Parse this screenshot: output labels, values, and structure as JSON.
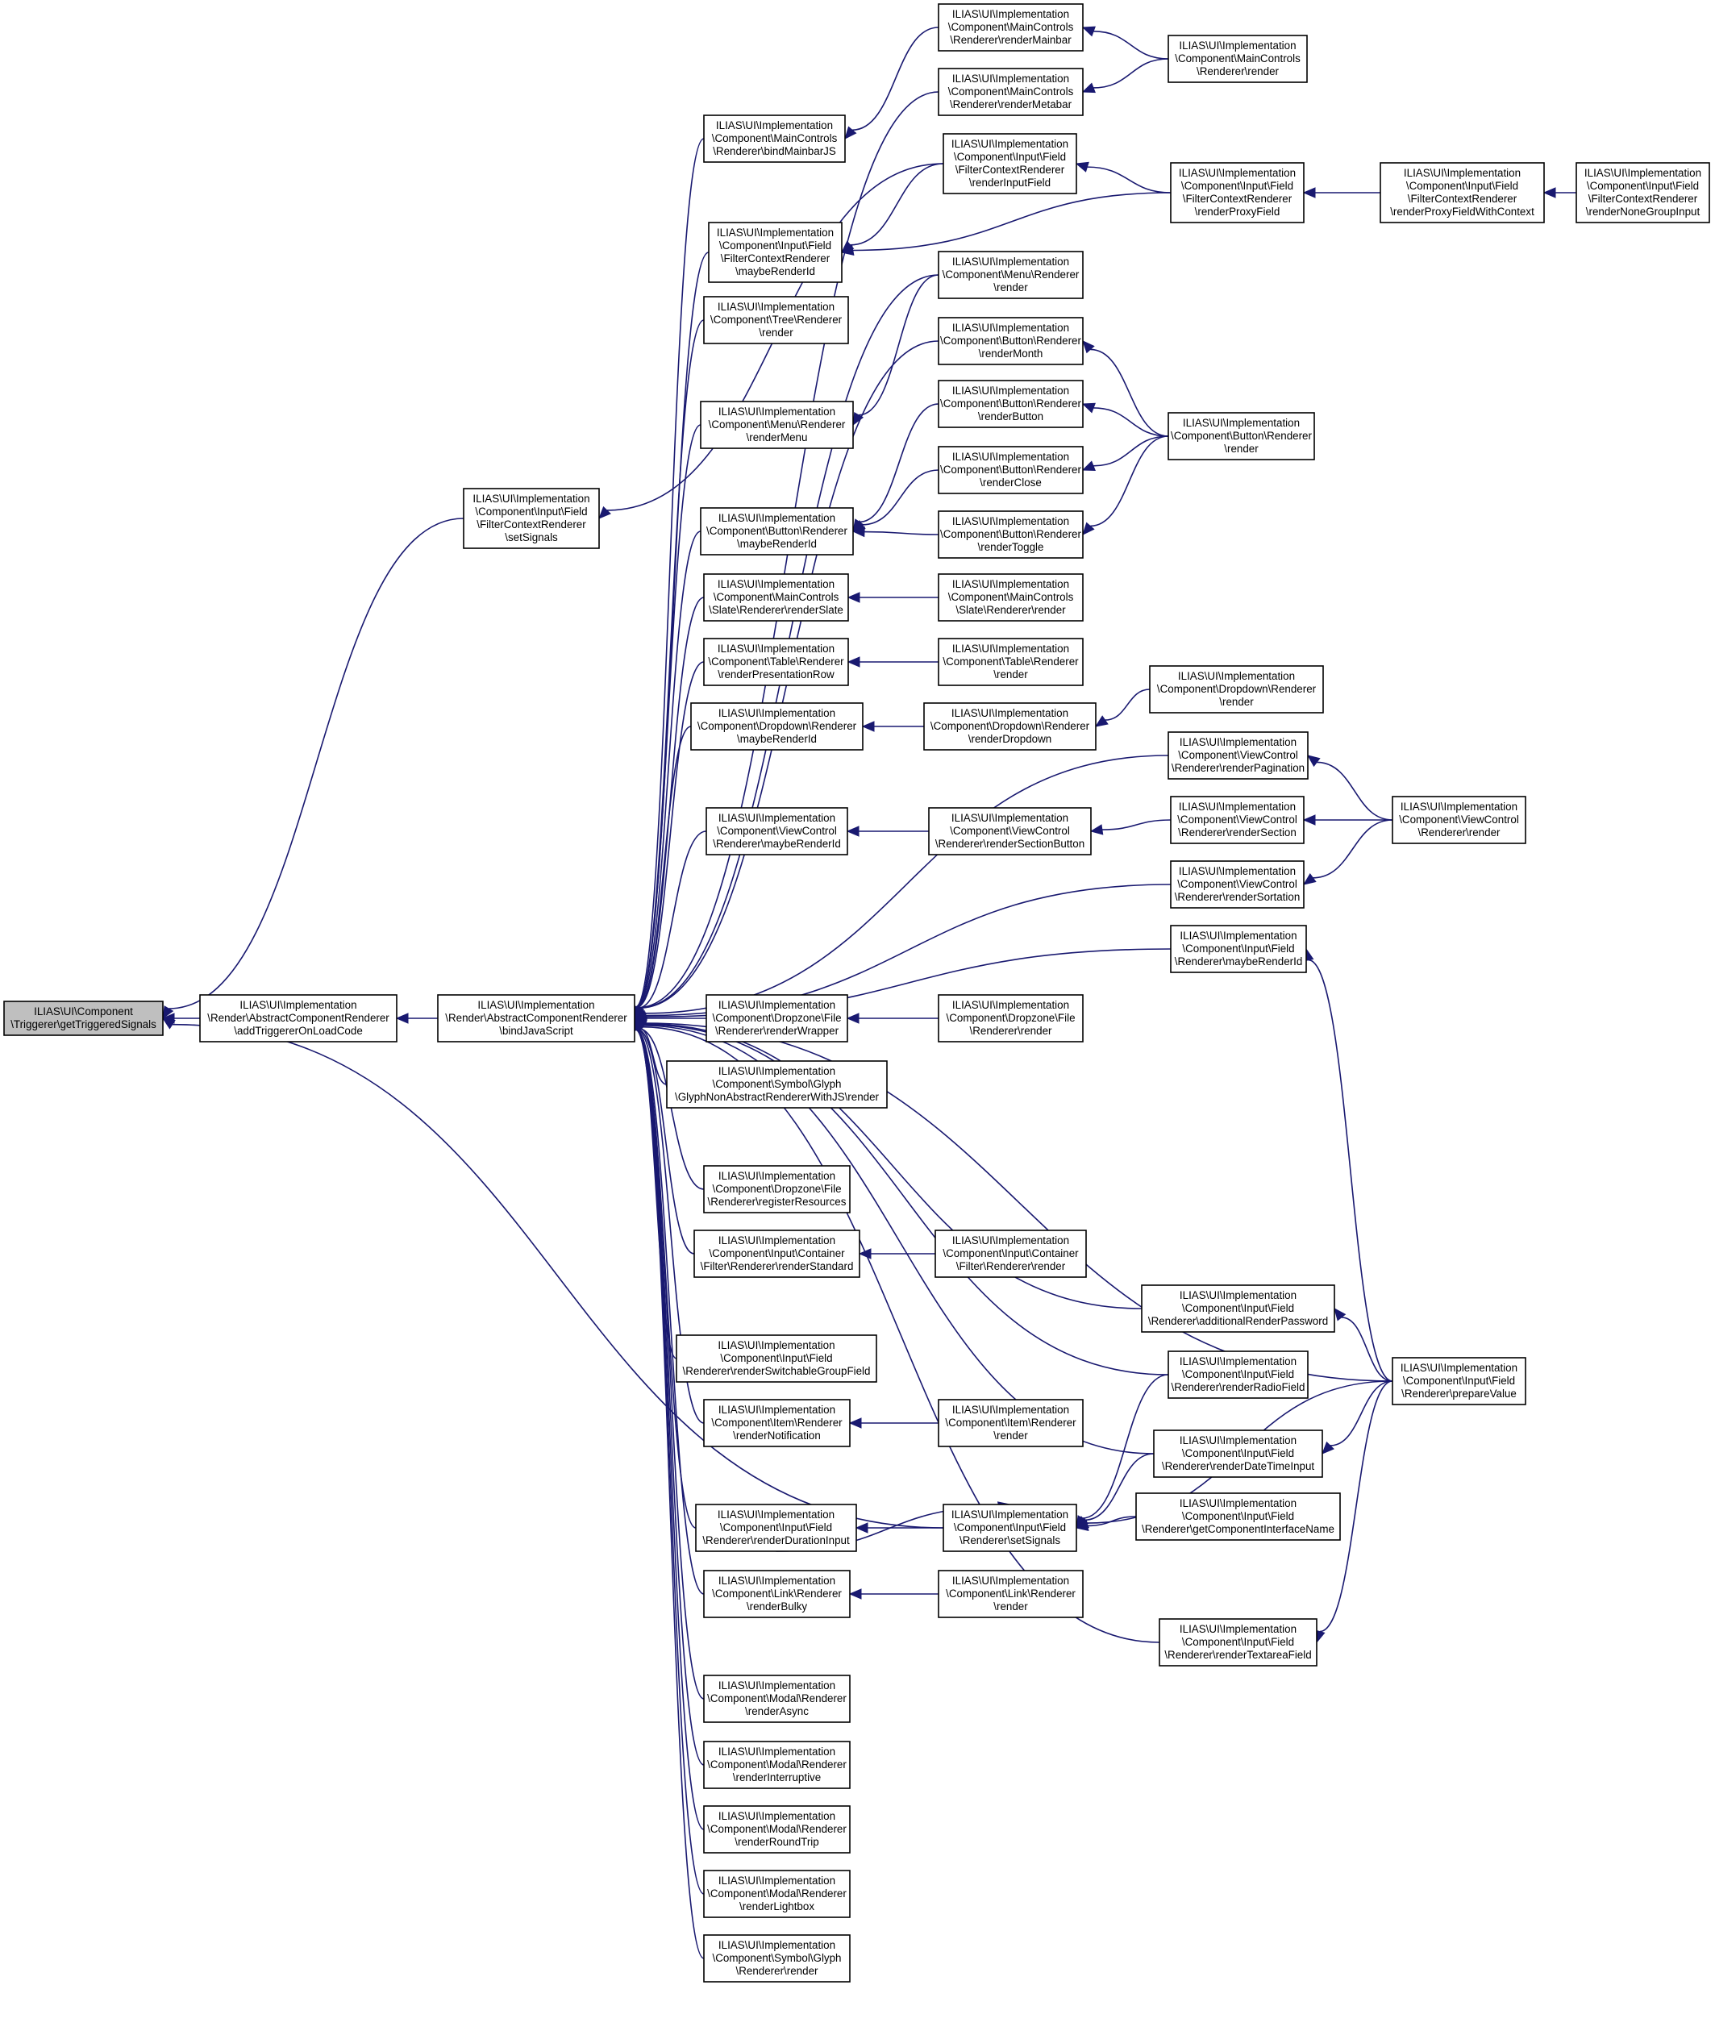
{
  "graph": {
    "nodes": [
      {
        "id": "n0",
        "lines": [
          "ILIAS\\UI\\Component",
          "\\Triggerer\\getTriggeredSignals"
        ],
        "focus": true
      },
      {
        "id": "n1",
        "lines": [
          "ILIAS\\UI\\Implementation",
          "\\Render\\AbstractComponentRenderer",
          "\\addTriggererOnLoadCode"
        ]
      },
      {
        "id": "n2",
        "lines": [
          "ILIAS\\UI\\Implementation",
          "\\Component\\Input\\Field",
          "\\FilterContextRenderer",
          "\\setSignals"
        ]
      },
      {
        "id": "n3",
        "lines": [
          "ILIAS\\UI\\Implementation",
          "\\Render\\AbstractComponentRenderer",
          "\\bindJavaScript"
        ]
      },
      {
        "id": "n4",
        "lines": [
          "ILIAS\\UI\\Implementation",
          "\\Component\\MainControls",
          "\\Renderer\\bindMainbarJS"
        ]
      },
      {
        "id": "n5",
        "lines": [
          "ILIAS\\UI\\Implementation",
          "\\Component\\Input\\Field",
          "\\FilterContextRenderer",
          "\\maybeRenderId"
        ]
      },
      {
        "id": "n6",
        "lines": [
          "ILIAS\\UI\\Implementation",
          "\\Component\\Tree\\Renderer",
          "\\render"
        ]
      },
      {
        "id": "n7",
        "lines": [
          "ILIAS\\UI\\Implementation",
          "\\Component\\Menu\\Renderer",
          "\\renderMenu"
        ]
      },
      {
        "id": "n8",
        "lines": [
          "ILIAS\\UI\\Implementation",
          "\\Component\\Button\\Renderer",
          "\\maybeRenderId"
        ]
      },
      {
        "id": "n9",
        "lines": [
          "ILIAS\\UI\\Implementation",
          "\\Component\\MainControls",
          "\\Slate\\Renderer\\renderSlate"
        ]
      },
      {
        "id": "n10",
        "lines": [
          "ILIAS\\UI\\Implementation",
          "\\Component\\Table\\Renderer",
          "\\renderPresentationRow"
        ]
      },
      {
        "id": "n11",
        "lines": [
          "ILIAS\\UI\\Implementation",
          "\\Component\\Dropdown\\Renderer",
          "\\maybeRenderId"
        ]
      },
      {
        "id": "n12",
        "lines": [
          "ILIAS\\UI\\Implementation",
          "\\Component\\ViewControl",
          "\\Renderer\\maybeRenderId"
        ]
      },
      {
        "id": "n13",
        "lines": [
          "ILIAS\\UI\\Implementation",
          "\\Component\\Dropzone\\File",
          "\\Renderer\\renderWrapper"
        ]
      },
      {
        "id": "n14",
        "lines": [
          "ILIAS\\UI\\Implementation",
          "\\Component\\Symbol\\Glyph",
          "\\GlyphNonAbstractRendererWithJS\\render"
        ]
      },
      {
        "id": "n15",
        "lines": [
          "ILIAS\\UI\\Implementation",
          "\\Component\\Dropzone\\File",
          "\\Renderer\\registerResources"
        ]
      },
      {
        "id": "n16",
        "lines": [
          "ILIAS\\UI\\Implementation",
          "\\Component\\Input\\Container",
          "\\Filter\\Renderer\\renderStandard"
        ]
      },
      {
        "id": "n17",
        "lines": [
          "ILIAS\\UI\\Implementation",
          "\\Component\\Input\\Field",
          "\\Renderer\\renderSwitchableGroupField"
        ]
      },
      {
        "id": "n18",
        "lines": [
          "ILIAS\\UI\\Implementation",
          "\\Component\\Item\\Renderer",
          "\\renderNotification"
        ]
      },
      {
        "id": "n19",
        "lines": [
          "ILIAS\\UI\\Implementation",
          "\\Component\\Input\\Field",
          "\\Renderer\\renderDurationInput"
        ]
      },
      {
        "id": "n20",
        "lines": [
          "ILIAS\\UI\\Implementation",
          "\\Component\\Link\\Renderer",
          "\\renderBulky"
        ]
      },
      {
        "id": "n21",
        "lines": [
          "ILIAS\\UI\\Implementation",
          "\\Component\\Modal\\Renderer",
          "\\renderAsync"
        ]
      },
      {
        "id": "n22",
        "lines": [
          "ILIAS\\UI\\Implementation",
          "\\Component\\Modal\\Renderer",
          "\\renderInterruptive"
        ]
      },
      {
        "id": "n23",
        "lines": [
          "ILIAS\\UI\\Implementation",
          "\\Component\\Modal\\Renderer",
          "\\renderRoundTrip"
        ]
      },
      {
        "id": "n24",
        "lines": [
          "ILIAS\\UI\\Implementation",
          "\\Component\\Modal\\Renderer",
          "\\renderLightbox"
        ]
      },
      {
        "id": "n25",
        "lines": [
          "ILIAS\\UI\\Implementation",
          "\\Component\\Symbol\\Glyph",
          "\\Renderer\\render"
        ]
      },
      {
        "id": "n26",
        "lines": [
          "ILIAS\\UI\\Implementation",
          "\\Component\\MainControls",
          "\\Renderer\\renderMainbar"
        ]
      },
      {
        "id": "n27",
        "lines": [
          "ILIAS\\UI\\Implementation",
          "\\Component\\MainControls",
          "\\Renderer\\renderMetabar"
        ]
      },
      {
        "id": "n28",
        "lines": [
          "ILIAS\\UI\\Implementation",
          "\\Component\\Input\\Field",
          "\\FilterContextRenderer",
          "\\renderInputField"
        ]
      },
      {
        "id": "n29",
        "lines": [
          "ILIAS\\UI\\Implementation",
          "\\Component\\Menu\\Renderer",
          "\\render"
        ]
      },
      {
        "id": "n30",
        "lines": [
          "ILIAS\\UI\\Implementation",
          "\\Component\\Button\\Renderer",
          "\\renderMonth"
        ]
      },
      {
        "id": "n31",
        "lines": [
          "ILIAS\\UI\\Implementation",
          "\\Component\\Button\\Renderer",
          "\\renderButton"
        ]
      },
      {
        "id": "n32",
        "lines": [
          "ILIAS\\UI\\Implementation",
          "\\Component\\Button\\Renderer",
          "\\renderClose"
        ]
      },
      {
        "id": "n33",
        "lines": [
          "ILIAS\\UI\\Implementation",
          "\\Component\\Button\\Renderer",
          "\\renderToggle"
        ]
      },
      {
        "id": "n34",
        "lines": [
          "ILIAS\\UI\\Implementation",
          "\\Component\\MainControls",
          "\\Slate\\Renderer\\render"
        ]
      },
      {
        "id": "n35",
        "lines": [
          "ILIAS\\UI\\Implementation",
          "\\Component\\Table\\Renderer",
          "\\render"
        ]
      },
      {
        "id": "n36",
        "lines": [
          "ILIAS\\UI\\Implementation",
          "\\Component\\Dropdown\\Renderer",
          "\\renderDropdown"
        ]
      },
      {
        "id": "n37",
        "lines": [
          "ILIAS\\UI\\Implementation",
          "\\Component\\ViewControl",
          "\\Renderer\\renderSectionButton"
        ]
      },
      {
        "id": "n38",
        "lines": [
          "ILIAS\\UI\\Implementation",
          "\\Component\\Dropzone\\File",
          "\\Renderer\\render"
        ]
      },
      {
        "id": "n39",
        "lines": [
          "ILIAS\\UI\\Implementation",
          "\\Component\\Input\\Container",
          "\\Filter\\Renderer\\render"
        ]
      },
      {
        "id": "n40",
        "lines": [
          "ILIAS\\UI\\Implementation",
          "\\Component\\Item\\Renderer",
          "\\render"
        ]
      },
      {
        "id": "n41",
        "lines": [
          "ILIAS\\UI\\Implementation",
          "\\Component\\Input\\Field",
          "\\Renderer\\setSignals"
        ]
      },
      {
        "id": "n42",
        "lines": [
          "ILIAS\\UI\\Implementation",
          "\\Component\\Link\\Renderer",
          "\\render"
        ]
      },
      {
        "id": "n43",
        "lines": [
          "ILIAS\\UI\\Implementation",
          "\\Component\\MainControls",
          "\\Renderer\\render"
        ]
      },
      {
        "id": "n44",
        "lines": [
          "ILIAS\\UI\\Implementation",
          "\\Component\\Input\\Field",
          "\\FilterContextRenderer",
          "\\renderProxyField"
        ]
      },
      {
        "id": "n45",
        "lines": [
          "ILIAS\\UI\\Implementation",
          "\\Component\\Button\\Renderer",
          "\\render"
        ]
      },
      {
        "id": "n46",
        "lines": [
          "ILIAS\\UI\\Implementation",
          "\\Component\\Dropdown\\Renderer",
          "\\render"
        ]
      },
      {
        "id": "n47",
        "lines": [
          "ILIAS\\UI\\Implementation",
          "\\Component\\ViewControl",
          "\\Renderer\\renderPagination"
        ]
      },
      {
        "id": "n48",
        "lines": [
          "ILIAS\\UI\\Implementation",
          "\\Component\\ViewControl",
          "\\Renderer\\renderSection"
        ]
      },
      {
        "id": "n49",
        "lines": [
          "ILIAS\\UI\\Implementation",
          "\\Component\\ViewControl",
          "\\Renderer\\renderSortation"
        ]
      },
      {
        "id": "n50",
        "lines": [
          "ILIAS\\UI\\Implementation",
          "\\Component\\Input\\Field",
          "\\Renderer\\maybeRenderId"
        ]
      },
      {
        "id": "n51",
        "lines": [
          "ILIAS\\UI\\Implementation",
          "\\Component\\Input\\Field",
          "\\Renderer\\additionalRenderPassword"
        ]
      },
      {
        "id": "n52",
        "lines": [
          "ILIAS\\UI\\Implementation",
          "\\Component\\Input\\Field",
          "\\Renderer\\renderRadioField"
        ]
      },
      {
        "id": "n53",
        "lines": [
          "ILIAS\\UI\\Implementation",
          "\\Component\\Input\\Field",
          "\\Renderer\\renderDateTimeInput"
        ]
      },
      {
        "id": "n54",
        "lines": [
          "ILIAS\\UI\\Implementation",
          "\\Component\\Input\\Field",
          "\\Renderer\\getComponentInterfaceName"
        ]
      },
      {
        "id": "n55",
        "lines": [
          "ILIAS\\UI\\Implementation",
          "\\Component\\Input\\Field",
          "\\Renderer\\renderTextareaField"
        ]
      },
      {
        "id": "n56",
        "lines": [
          "ILIAS\\UI\\Implementation",
          "\\Component\\Input\\Field",
          "\\FilterContextRenderer",
          "\\renderProxyFieldWithContext"
        ]
      },
      {
        "id": "n57",
        "lines": [
          "ILIAS\\UI\\Implementation",
          "\\Component\\ViewControl",
          "\\Renderer\\render"
        ]
      },
      {
        "id": "n58",
        "lines": [
          "ILIAS\\UI\\Implementation",
          "\\Component\\Input\\Field",
          "\\Renderer\\prepareValue"
        ]
      },
      {
        "id": "n59",
        "lines": [
          "ILIAS\\UI\\Implementation",
          "\\Component\\Input\\Field",
          "\\FilterContextRenderer",
          "\\renderNoneGroupInput"
        ]
      }
    ],
    "edges": [
      {
        "from": "n1",
        "to": "n0"
      },
      {
        "from": "n2",
        "to": "n0"
      },
      {
        "from": "n41",
        "to": "n0"
      },
      {
        "from": "n3",
        "to": "n1"
      },
      {
        "from": "n28",
        "to": "n2"
      },
      {
        "from": "n4",
        "to": "n3"
      },
      {
        "from": "n5",
        "to": "n3"
      },
      {
        "from": "n6",
        "to": "n3"
      },
      {
        "from": "n7",
        "to": "n3"
      },
      {
        "from": "n8",
        "to": "n3"
      },
      {
        "from": "n9",
        "to": "n3"
      },
      {
        "from": "n10",
        "to": "n3"
      },
      {
        "from": "n11",
        "to": "n3"
      },
      {
        "from": "n12",
        "to": "n3"
      },
      {
        "from": "n13",
        "to": "n3"
      },
      {
        "from": "n14",
        "to": "n3"
      },
      {
        "from": "n15",
        "to": "n3"
      },
      {
        "from": "n16",
        "to": "n3"
      },
      {
        "from": "n17",
        "to": "n3"
      },
      {
        "from": "n18",
        "to": "n3"
      },
      {
        "from": "n19",
        "to": "n3"
      },
      {
        "from": "n20",
        "to": "n3"
      },
      {
        "from": "n21",
        "to": "n3"
      },
      {
        "from": "n22",
        "to": "n3"
      },
      {
        "from": "n23",
        "to": "n3"
      },
      {
        "from": "n24",
        "to": "n3"
      },
      {
        "from": "n25",
        "to": "n3"
      },
      {
        "from": "n27",
        "to": "n3"
      },
      {
        "from": "n29",
        "to": "n3"
      },
      {
        "from": "n30",
        "to": "n3"
      },
      {
        "from": "n47",
        "to": "n3"
      },
      {
        "from": "n49",
        "to": "n3"
      },
      {
        "from": "n50",
        "to": "n3"
      },
      {
        "from": "n58",
        "to": "n3"
      },
      {
        "from": "n52",
        "to": "n3"
      },
      {
        "from": "n51",
        "to": "n3"
      },
      {
        "from": "n53",
        "to": "n3"
      },
      {
        "from": "n55",
        "to": "n3"
      },
      {
        "from": "n26",
        "to": "n4"
      },
      {
        "from": "n28",
        "to": "n5"
      },
      {
        "from": "n44",
        "to": "n5"
      },
      {
        "from": "n29",
        "to": "n7"
      },
      {
        "from": "n31",
        "to": "n8"
      },
      {
        "from": "n32",
        "to": "n8"
      },
      {
        "from": "n33",
        "to": "n8"
      },
      {
        "from": "n34",
        "to": "n9"
      },
      {
        "from": "n35",
        "to": "n10"
      },
      {
        "from": "n36",
        "to": "n11"
      },
      {
        "from": "n37",
        "to": "n12"
      },
      {
        "from": "n38",
        "to": "n13"
      },
      {
        "from": "n39",
        "to": "n16"
      },
      {
        "from": "n40",
        "to": "n18"
      },
      {
        "from": "n41",
        "to": "n19"
      },
      {
        "from": "n42",
        "to": "n20"
      },
      {
        "from": "n43",
        "to": "n26"
      },
      {
        "from": "n43",
        "to": "n27"
      },
      {
        "from": "n44",
        "to": "n28"
      },
      {
        "from": "n45",
        "to": "n30"
      },
      {
        "from": "n45",
        "to": "n31"
      },
      {
        "from": "n45",
        "to": "n32"
      },
      {
        "from": "n45",
        "to": "n33"
      },
      {
        "from": "n46",
        "to": "n36"
      },
      {
        "from": "n48",
        "to": "n37"
      },
      {
        "from": "n19",
        "to": "n41"
      },
      {
        "from": "n52",
        "to": "n41"
      },
      {
        "from": "n53",
        "to": "n41"
      },
      {
        "from": "n54",
        "to": "n41"
      },
      {
        "from": "n58",
        "to": "n41"
      },
      {
        "from": "n56",
        "to": "n44"
      },
      {
        "from": "n57",
        "to": "n47"
      },
      {
        "from": "n57",
        "to": "n48"
      },
      {
        "from": "n57",
        "to": "n49"
      },
      {
        "from": "n58",
        "to": "n50"
      },
      {
        "from": "n58",
        "to": "n51"
      },
      {
        "from": "n58",
        "to": "n53"
      },
      {
        "from": "n58",
        "to": "n55"
      },
      {
        "from": "n59",
        "to": "n56"
      }
    ]
  }
}
